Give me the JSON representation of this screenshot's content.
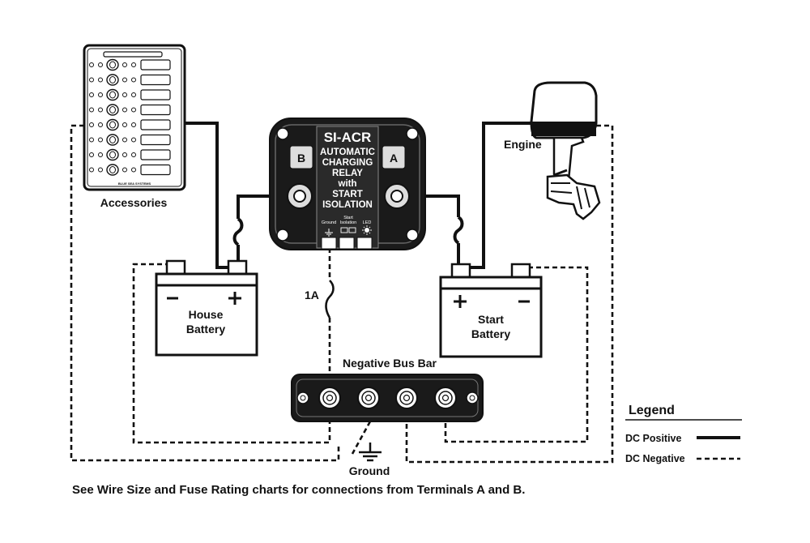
{
  "relay": {
    "title": "SI-ACR",
    "line1": "AUTOMATIC",
    "line2": "CHARGING",
    "line3": "RELAY",
    "line4": "with",
    "line5": "START",
    "line6": "ISOLATION",
    "terminal_b": "B",
    "terminal_a": "A",
    "port_ground": "Ground",
    "port_start": "Start",
    "port_isolation": "Isolation",
    "port_led": "LED"
  },
  "labels": {
    "accessories": "Accessories",
    "engine": "Engine",
    "house_battery_1": "House",
    "house_battery_2": "Battery",
    "start_battery_1": "Start",
    "start_battery_2": "Battery",
    "fuse_rating": "1A",
    "negative_bus_bar": "Negative Bus Bar",
    "ground": "Ground"
  },
  "legend": {
    "title": "Legend",
    "dc_positive": "DC Positive",
    "dc_negative": "DC Negative"
  },
  "footnote": "See Wire Size and Fuse Rating charts for connections from Terminals A and B.",
  "panel_brand": "BLUE SEA SYSTEMS"
}
